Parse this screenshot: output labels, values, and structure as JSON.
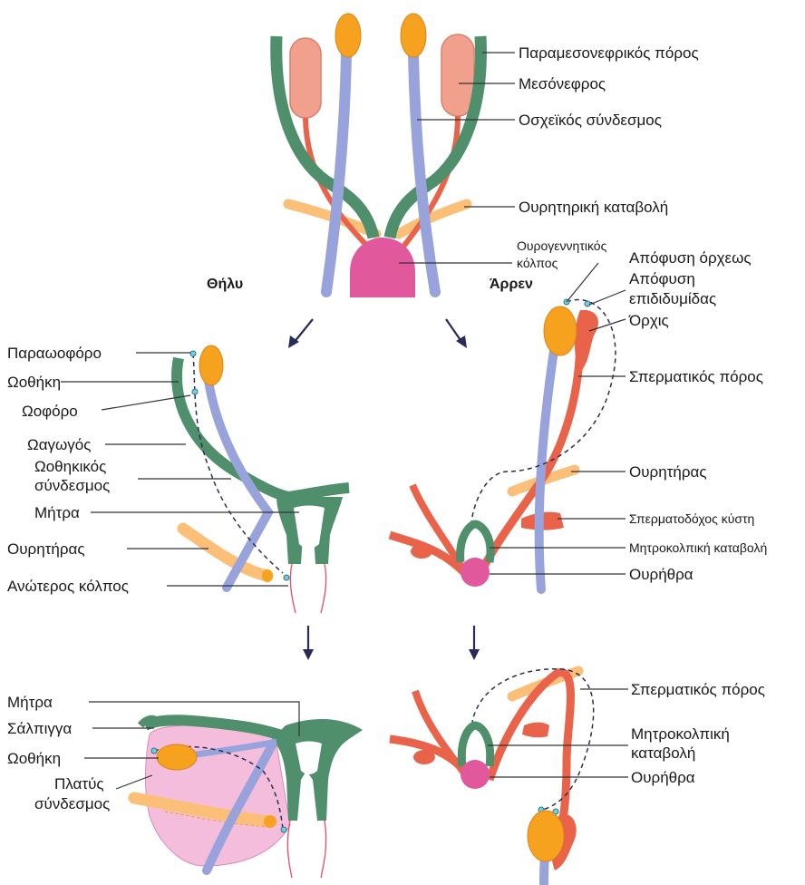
{
  "colors": {
    "paramesonephric": "#4f8f6c",
    "mesonephros": "#f2a08e",
    "mesonephric_duct": "#e8634a",
    "gonad": "#f7a21e",
    "gubernaculum": "#98a3db",
    "ureter": "#fbbf78",
    "sinus": "#e2589c",
    "broad_ligament": "#f4bddc"
  },
  "headings": {
    "female": "Θήλυ",
    "male": "Άρρεν"
  },
  "top": {
    "paramesonephric_duct": "Παραμεσονεφρικός πόρος",
    "mesonephros": "Μεσόνεφρος",
    "gubernaculum": "Οσχεϊκός σύνδεσμος",
    "ureteric_bud": "Ουρητηρική καταβολή",
    "urogenital_sinus_1": "Ουρογεννητικός",
    "urogenital_sinus_2": "κόλπος"
  },
  "female_mid": {
    "epoophoron": "Παραωοφόρο",
    "ovary": "Ωοθήκη",
    "paroophoron": "Ωοφόρο",
    "uterine_tube": "Ωαγωγός",
    "ovarian_ligament_1": "Ωοθηκικός",
    "ovarian_ligament_2": "σύνδεσμος",
    "uterus": "Μήτρα",
    "ureter": "Ουρητήρας",
    "upper_vagina": "Ανώτερος κόλπος"
  },
  "male_mid": {
    "appendix_testis": "Απόφυση όρχεως",
    "appendix_epididymis_1": "Απόφυση",
    "appendix_epididymis_2": "επιδιδυμίδας",
    "testis": "Όρχις",
    "ductus_deferens": "Σπερματικός πόρος",
    "ureter": "Ουρητήρας",
    "seminal_vesicle": "Σπερματοδόχος κύστη",
    "uterovaginal_primordium": "Μητροκολπική καταβολή",
    "urethra": "Ουρήθρα"
  },
  "female_bottom": {
    "uterus": "Μήτρα",
    "salpinx": "Σάλπιγγα",
    "ovary": "Ωοθήκη",
    "broad_ligament_1": "Πλατύς",
    "broad_ligament_2": "σύνδεσμος"
  },
  "male_bottom": {
    "ductus_deferens": "Σπερματικός πόρος",
    "uterovaginal_primordium_1": "Μητροκολπική",
    "uterovaginal_primordium_2": "καταβολή",
    "urethra": "Ουρήθρα"
  }
}
